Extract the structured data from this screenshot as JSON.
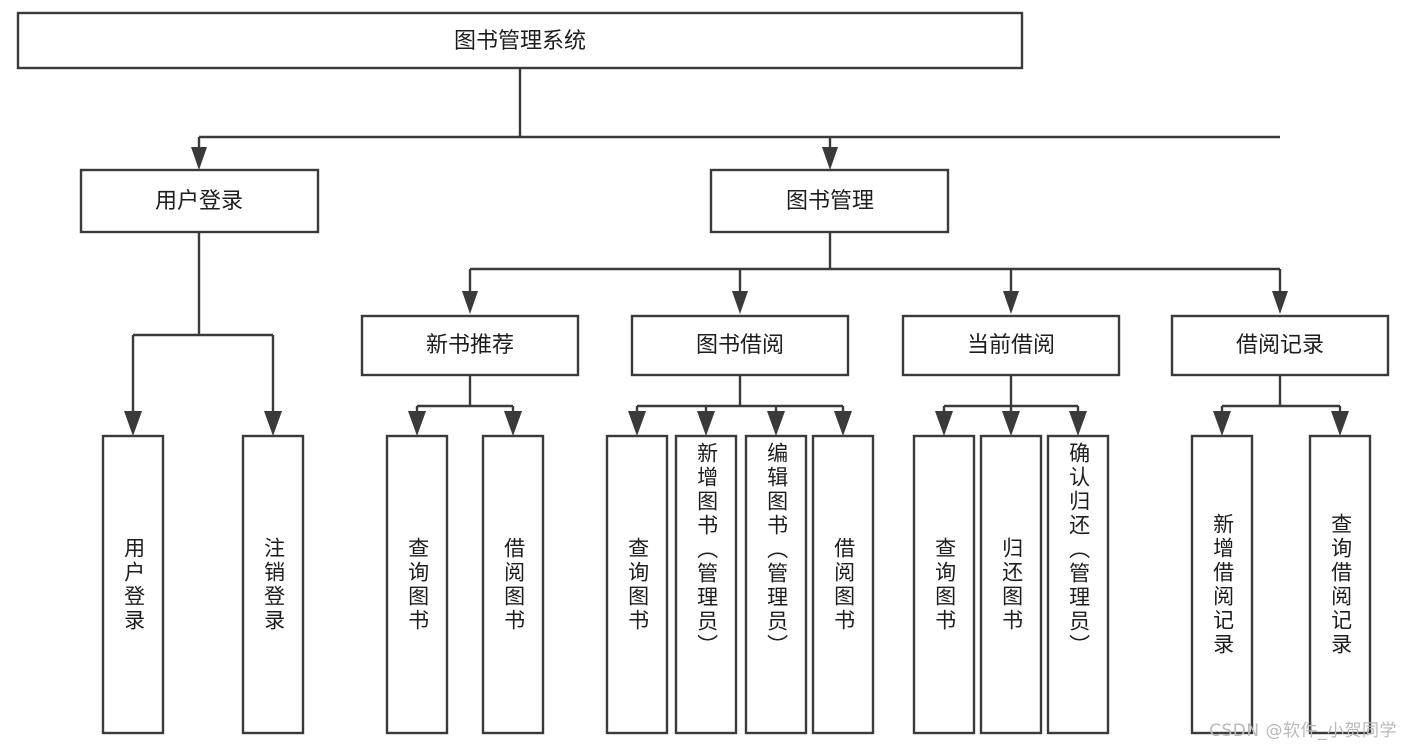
{
  "diagram": {
    "type": "tree-hierarchy",
    "title": "图书管理系统",
    "watermark": "CSDN @软件_小贺同学",
    "colors": {
      "stroke": "#3a3a3a",
      "fill": "#ffffff",
      "text": "#1d1d1d",
      "watermark": "#b9b9b9"
    },
    "levels": {
      "root": {
        "label": "图书管理系统"
      },
      "level2": [
        {
          "label": "用户登录"
        },
        {
          "label": "图书管理"
        }
      ],
      "level3": [
        {
          "label": "新书推荐"
        },
        {
          "label": "图书借阅"
        },
        {
          "label": "当前借阅"
        },
        {
          "label": "借阅记录"
        }
      ],
      "leaves": {
        "user_login": [
          "用户登录",
          "注销登录"
        ],
        "new_book_recommend": [
          "查询图书",
          "借阅图书"
        ],
        "book_borrow": [
          "查询图书",
          "新增图书（管理员）",
          "编辑图书（管理员）",
          "借阅图书"
        ],
        "current_borrow": [
          "查询图书",
          "归还图书",
          "确认归还（管理员）"
        ],
        "borrow_record": [
          "新增借阅记录",
          "查询借阅记录"
        ]
      }
    },
    "nodes": {
      "root": "图书管理系统",
      "n_user_login": "用户登录",
      "n_book_manage": "图书管理",
      "n_new_book": "新书推荐",
      "n_book_borrow": "图书借阅",
      "n_current_borrow": "当前借阅",
      "n_borrow_record": "借阅记录",
      "l_user_login": "用户登录",
      "l_user_logout": "注销登录",
      "l_nb_query": "查询图书",
      "l_nb_borrow": "借阅图书",
      "l_bb_query": "查询图书",
      "l_bb_add": "新增图书（管理员）",
      "l_bb_edit": "编辑图书（管理员）",
      "l_bb_borrow": "借阅图书",
      "l_cb_query": "查询图书",
      "l_cb_return": "归还图书",
      "l_cb_confirm": "确认归还（管理员）",
      "l_br_add": "新增借阅记录",
      "l_br_query": "查询借阅记录"
    }
  }
}
